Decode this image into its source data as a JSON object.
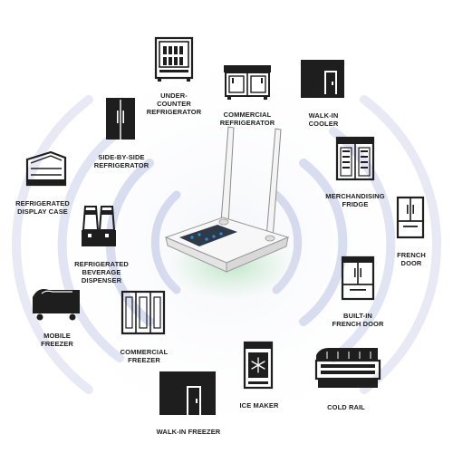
{
  "diagram": {
    "center_device": {
      "icon": "wifi-router-icon"
    },
    "appliances": [
      {
        "id": "under-counter-refrigerator",
        "icon": "under-counter-refrigerator-icon",
        "label": [
          "UNDER-COUNTER",
          "REFRIGERATOR"
        ]
      },
      {
        "id": "commercial-refrigerator",
        "icon": "commercial-refrigerator-icon",
        "label": [
          "COMMERCIAL",
          "REFRIGERATOR"
        ]
      },
      {
        "id": "walk-in-cooler",
        "icon": "walk-in-cooler-icon",
        "label": [
          "WALK-IN COOLER"
        ]
      },
      {
        "id": "side-by-side-refrigerator",
        "icon": "side-by-side-refrigerator-icon",
        "label": [
          "SIDE-BY-SIDE",
          "REFRIGERATOR"
        ]
      },
      {
        "id": "merchandising-fridge",
        "icon": "merchandising-fridge-icon",
        "label": [
          "MERCHANDISING",
          "FRIDGE"
        ]
      },
      {
        "id": "refrigerated-display-case",
        "icon": "refrigerated-display-case-icon",
        "label": [
          "REFRIGERATED",
          "DISPLAY CASE"
        ]
      },
      {
        "id": "french-door",
        "icon": "french-door-icon",
        "label": [
          "FRENCH DOOR"
        ]
      },
      {
        "id": "refrigerated-beverage-dispenser",
        "icon": "beverage-dispenser-icon",
        "label": [
          "REFRIGERATED",
          "BEVERAGE DISPENSER"
        ]
      },
      {
        "id": "built-in-french-door",
        "icon": "built-in-french-door-icon",
        "label": [
          "BUILT-IN",
          "FRENCH DOOR"
        ]
      },
      {
        "id": "mobile-freezer",
        "icon": "mobile-freezer-icon",
        "label": [
          "MOBILE FREEZER"
        ]
      },
      {
        "id": "commercial-freezer",
        "icon": "commercial-freezer-icon",
        "label": [
          "COMMERCIAL",
          "FREEZER"
        ]
      },
      {
        "id": "ice-maker",
        "icon": "ice-maker-icon",
        "label": [
          "ICE MAKER"
        ]
      },
      {
        "id": "cold-rail",
        "icon": "cold-rail-icon",
        "label": [
          "COLD RAIL"
        ]
      },
      {
        "id": "walk-in-freezer",
        "icon": "walk-in-freezer-icon",
        "label": [
          "WALK-IN FREEZER"
        ]
      }
    ]
  },
  "colors": {
    "icon": "#1e1e1e",
    "wave": "#c9cfe9",
    "glow": "#8fd69a",
    "led": "#2a8fd8"
  }
}
